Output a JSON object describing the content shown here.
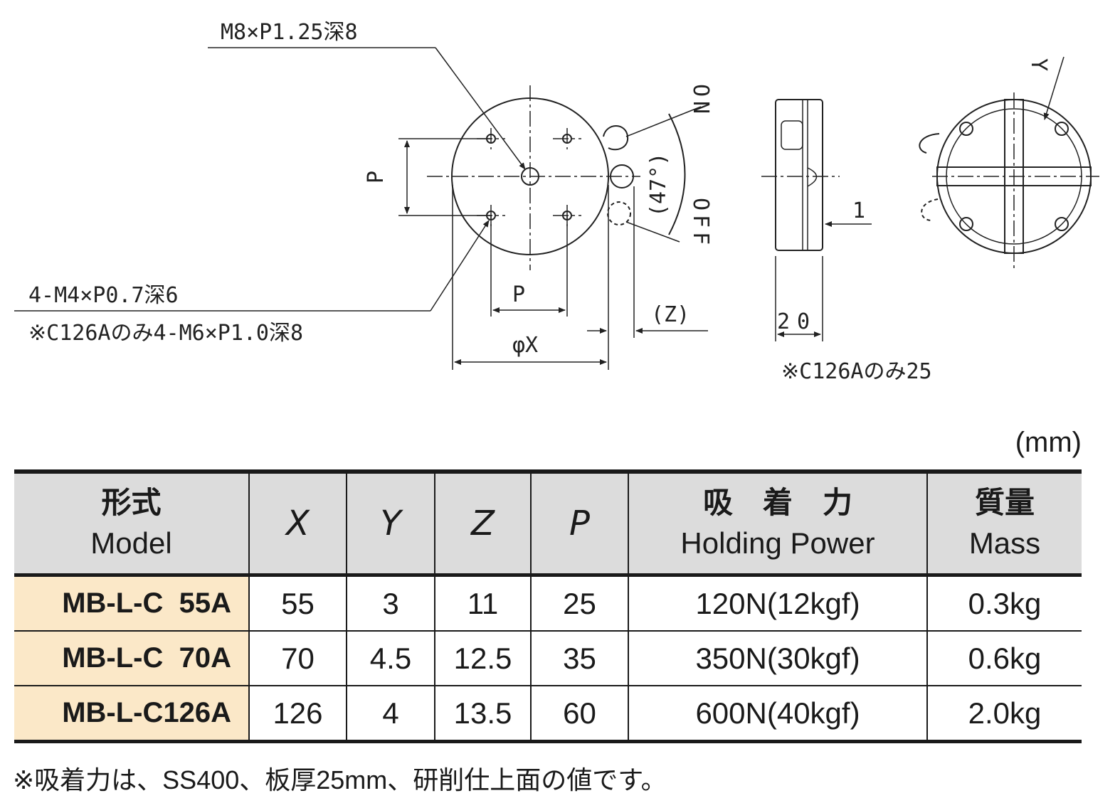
{
  "drawing": {
    "callout_tap_center": "M8×P1.25深8",
    "callout_tap_holes_1": "4-M4×P0.7深6",
    "callout_tap_holes_2": "※C126Aのみ4-M6×P1.0深8",
    "dim_p_vertical": "P",
    "dim_p_horizontal": "P",
    "dim_x": "φX",
    "dim_z": "(Z)",
    "angle": "(47°)",
    "switch_on": "ON",
    "switch_off": "OFF",
    "dim_thickness": "20",
    "thickness_note": "※C126Aのみ25",
    "dim_gap": "1",
    "dim_y": "Y"
  },
  "unit": "(mm)",
  "table": {
    "headers": [
      {
        "jp": "形式",
        "en": "Model"
      },
      {
        "label": "X"
      },
      {
        "label": "Y"
      },
      {
        "label": "Z"
      },
      {
        "label": "P"
      },
      {
        "jp": "吸　着　力",
        "en": "Holding Power"
      },
      {
        "jp": "質量",
        "en": "Mass"
      }
    ],
    "rows": [
      {
        "model": "MB-L-C  55A",
        "x": "55",
        "y": "3",
        "z": "11",
        "p": "25",
        "power": "120N(12kgf)",
        "mass": "0.3kg"
      },
      {
        "model": "MB-L-C  70A",
        "x": "70",
        "y": "4.5",
        "z": "12.5",
        "p": "35",
        "power": "350N(30kgf)",
        "mass": "0.6kg"
      },
      {
        "model": "MB-L-C126A",
        "x": "126",
        "y": "4",
        "z": "13.5",
        "p": "60",
        "power": "600N(40kgf)",
        "mass": "2.0kg"
      }
    ]
  },
  "note": "※吸着力は、SS400、板厚25mm、研削仕上面の値です。"
}
